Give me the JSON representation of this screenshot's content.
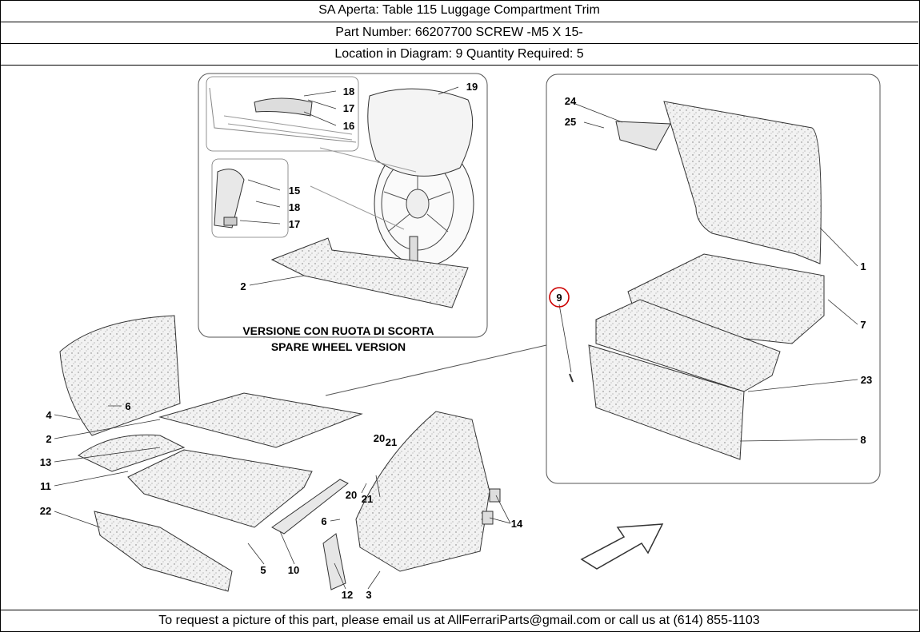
{
  "header": {
    "title": "SA Aperta:   Table 115 Luggage Compartment Trim",
    "part_number": "Part Number: 66207700   SCREW -M5 X 15-",
    "location": "Location in Diagram: 9   Quantity Required: 5"
  },
  "diagram": {
    "inset_caption_line1": "VERSIONE CON RUOTA DI SCORTA",
    "inset_caption_line2": "SPARE WHEEL VERSION",
    "callouts": {
      "c1": "1",
      "c2": "2",
      "c2b": "2",
      "c3": "3",
      "c4": "4",
      "c5": "5",
      "c6a": "6",
      "c6b": "6",
      "c7": "7",
      "c8": "8",
      "c9": "9",
      "c10": "10",
      "c11": "11",
      "c12": "12",
      "c13": "13",
      "c14": "14",
      "c15": "15",
      "c16": "16",
      "c17a": "17",
      "c17b": "17",
      "c18a": "18",
      "c18b": "18",
      "c19": "19",
      "c20a": "20",
      "c20b": "20",
      "c21a": "21",
      "c21b": "21",
      "c22": "22",
      "c23": "23",
      "c24": "24",
      "c25": "25"
    },
    "highlight_color": "#cc0000"
  },
  "footer": {
    "text": "To request a picture of this part, please email us at AllFerrariParts@gmail.com or call us at (614) 855-1103"
  }
}
